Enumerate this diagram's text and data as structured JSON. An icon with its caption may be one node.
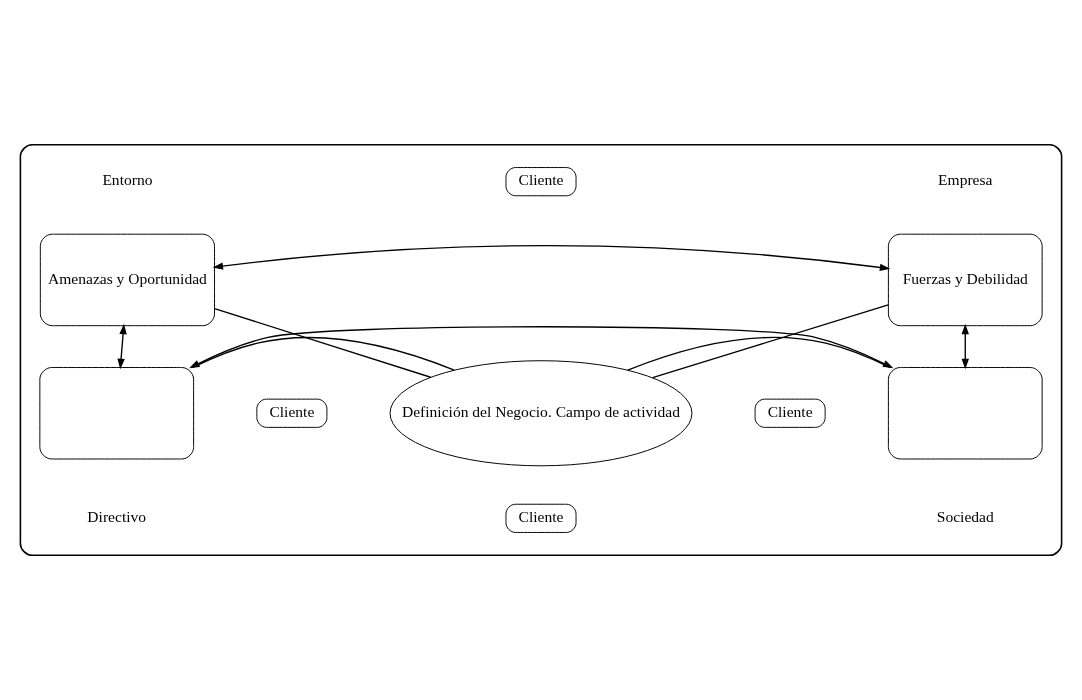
{
  "diagram": {
    "nodes": [
      {
        "text": [],
        "shape": "box"
      },
      {
        "text": [
          "Amenazas y Oportunidad"
        ],
        "beside": [
          "Entorno"
        ],
        "in": 0
      },
      {
        "text": [
          "Fuerzas y Debilidad"
        ],
        "beside": [
          "Empresa"
        ],
        "in": 0
      },
      {
        "text": [
          "Definición del Negocio. Campo de actividad"
        ],
        "in": 0
      },
      {
        "text": [],
        "shape": "box",
        "beside": [
          "Directivo"
        ],
        "in": 0
      },
      {
        "text": [],
        "shape": "box",
        "beside": [
          "Sociedad"
        ],
        "in": 0
      },
      {
        "text": [
          "Cliente"
        ],
        "in": 0
      },
      {
        "text": [
          "Cliente"
        ],
        "in": 0
      },
      {
        "text": [
          "Cliente"
        ],
        "in": 0
      },
      {
        "text": [
          "Cliente"
        ],
        "in": 0
      }
    ],
    "edges": [
      {
        "from": 1,
        "to": 2,
        "arrow": "both"
      },
      {
        "from": 1,
        "to": 4,
        "arrow": "both"
      },
      {
        "from": 2,
        "to": 5,
        "arrow": "both"
      },
      {
        "from": 4,
        "to": 5,
        "arrow": "both"
      },
      {
        "from": 3,
        "to": 1,
        "arrow": "none"
      },
      {
        "from": 3,
        "to": 2,
        "arrow": "none"
      },
      {
        "from": 3,
        "to": 4,
        "arrow": "none"
      },
      {
        "from": 3,
        "to": 5,
        "arrow": "none"
      }
    ]
  }
}
